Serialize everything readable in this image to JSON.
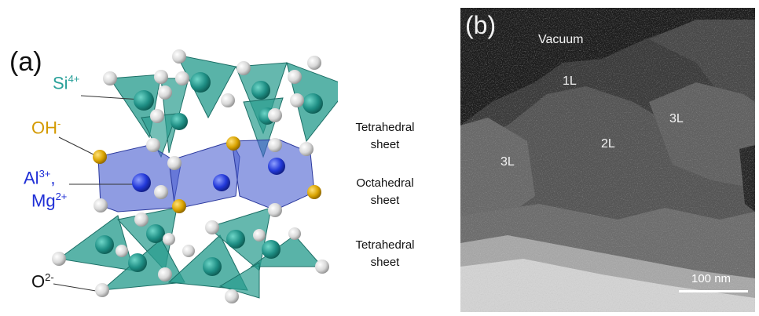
{
  "panel_a": {
    "label": "(a)",
    "ions": {
      "si": {
        "base": "Si",
        "charge": "4+"
      },
      "oh": {
        "base": "OH",
        "charge": "-"
      },
      "al": {
        "base": "Al",
        "charge": "3+",
        "suffix": ","
      },
      "mg": {
        "base": "Mg",
        "charge": "2+"
      },
      "o": {
        "base": "O",
        "charge": "2-"
      }
    },
    "sheets": {
      "top": {
        "line1": "Tetrahedral",
        "line2": "sheet"
      },
      "middle": {
        "line1": "Octahedral",
        "line2": "sheet"
      },
      "bottom": {
        "line1": "Tetrahedral",
        "line2": "sheet"
      }
    },
    "colors": {
      "tetrahedra": "#2a9d8f",
      "octahedra": "#4a5fd0",
      "si_atom": "#1f8f85",
      "al_atom": "#2238d8",
      "oh_atom": "#d9a300",
      "o_atom": "#e6e6e6"
    }
  },
  "panel_b": {
    "label": "(b)",
    "vacuum": "Vacuum",
    "layers": {
      "l1": "1L",
      "l2": "2L",
      "l3a": "3L",
      "l3b": "3L"
    },
    "scale_bar": "100 nm"
  }
}
